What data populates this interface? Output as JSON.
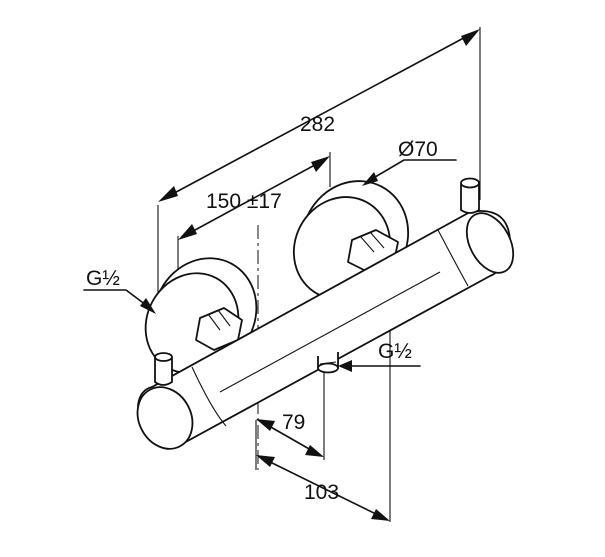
{
  "dimensions": {
    "overall_length": "282",
    "wall_spacing": "150 ±17",
    "rosette_diameter": "Ø70",
    "inlet_thread": "G½",
    "outlet_thread": "G½",
    "projection_outlet": "79",
    "projection_body": "103"
  },
  "colors": {
    "line": "#111111",
    "background": "#ffffff"
  }
}
